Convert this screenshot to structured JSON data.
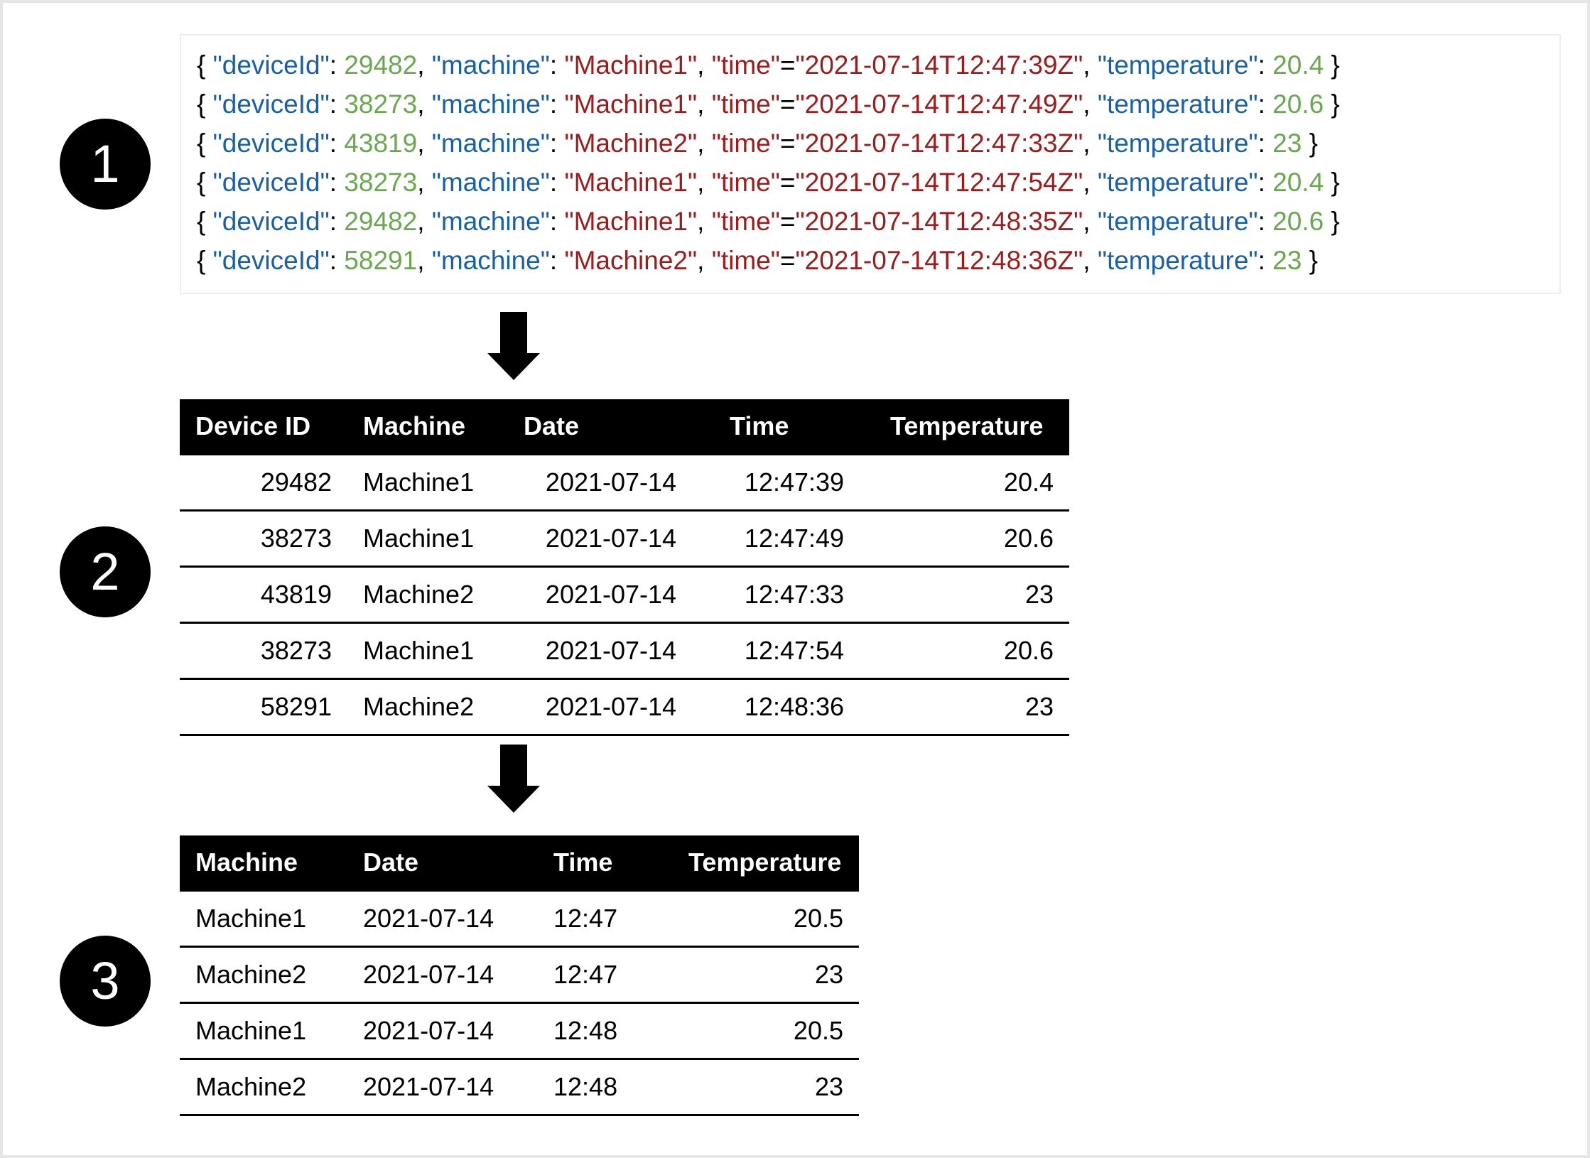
{
  "steps": [
    {
      "number": "1",
      "name": "raw-json-events"
    },
    {
      "number": "2",
      "name": "parsed-table"
    },
    {
      "number": "3",
      "name": "aggregated-table"
    }
  ],
  "json_events": {
    "keys": {
      "device_id": "\"deviceId\"",
      "machine": "\"machine\"",
      "time": "\"time\"",
      "temperature": "\"temperature\""
    },
    "open_brace": "{",
    "close_brace": "}",
    "colon": ": ",
    "equals": "=",
    "comma": ", ",
    "lines": [
      {
        "deviceId": "29482",
        "machine": "\"Machine1\"",
        "time": "\"2021-07-14T12:47:39Z\"",
        "temperature": "20.4"
      },
      {
        "deviceId": "38273",
        "machine": "\"Machine1\"",
        "time": "\"2021-07-14T12:47:49Z\"",
        "temperature": "20.6"
      },
      {
        "deviceId": "43819",
        "machine": "\"Machine2\"",
        "time": "\"2021-07-14T12:47:33Z\"",
        "temperature": "23"
      },
      {
        "deviceId": "38273",
        "machine": "\"Machine1\"",
        "time": "\"2021-07-14T12:47:54Z\"",
        "temperature": "20.4"
      },
      {
        "deviceId": "29482",
        "machine": "\"Machine1\"",
        "time": "\"2021-07-14T12:48:35Z\"",
        "temperature": "20.6"
      },
      {
        "deviceId": "58291",
        "machine": "\"Machine2\"",
        "time": "\"2021-07-14T12:48:36Z\"",
        "temperature": "23"
      }
    ]
  },
  "table_raw": {
    "headers": [
      "Device ID",
      "Machine",
      "Date",
      "Time",
      "Temperature"
    ],
    "rows": [
      [
        "29482",
        "Machine1",
        "2021-07-14",
        "12:47:39",
        "20.4"
      ],
      [
        "38273",
        "Machine1",
        "2021-07-14",
        "12:47:49",
        "20.6"
      ],
      [
        "43819",
        "Machine2",
        "2021-07-14",
        "12:47:33",
        "23"
      ],
      [
        "38273",
        "Machine1",
        "2021-07-14",
        "12:47:54",
        "20.6"
      ],
      [
        "58291",
        "Machine2",
        "2021-07-14",
        "12:48:36",
        "23"
      ]
    ]
  },
  "table_aggregated": {
    "headers": [
      "Machine",
      "Date",
      "Time",
      "Temperature"
    ],
    "rows": [
      [
        "Machine1",
        "2021-07-14",
        "12:47",
        "20.5"
      ],
      [
        "Machine2",
        "2021-07-14",
        "12:47",
        "23"
      ],
      [
        "Machine1",
        "2021-07-14",
        "12:48",
        "20.5"
      ],
      [
        "Machine2",
        "2021-07-14",
        "12:48",
        "23"
      ]
    ]
  },
  "colors": {
    "json_key": "#1860a8",
    "json_number": "#6aa84f",
    "json_string": "#9e1b1b",
    "json_punct": "#000000",
    "table_header_bg": "#000000",
    "table_header_fg": "#ffffff",
    "badge_bg": "#000000",
    "badge_fg": "#ffffff",
    "arrow": "#000000",
    "panel_border": "#ededed",
    "page_border": "#e6e6e6"
  },
  "icons": {
    "arrow_down": "arrow-down-icon"
  }
}
